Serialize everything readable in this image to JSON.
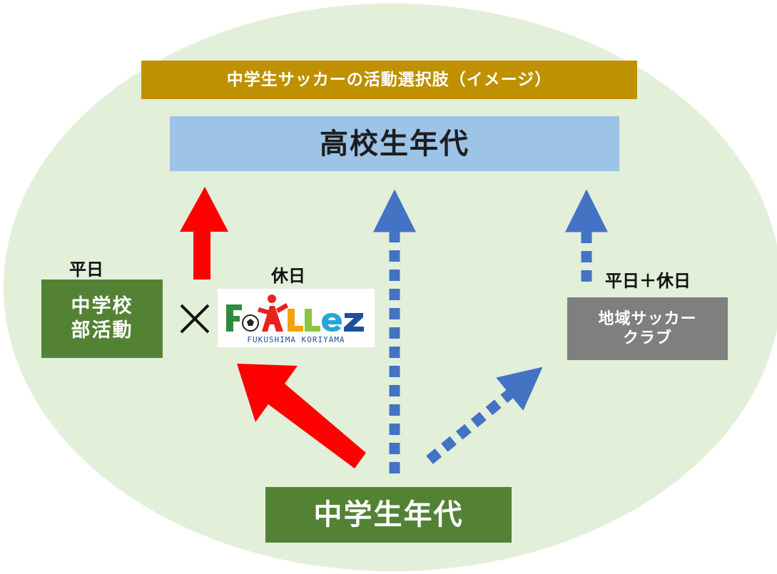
{
  "title": "中学生サッカーの活動選択肢（イメージ）",
  "high_school": "高校生年代",
  "junior_high": "中学生年代",
  "club_activity": {
    "line1": "中学校",
    "line2": "部活動",
    "time_label": "平日"
  },
  "fc_allez": {
    "logo_text": "FC ALLEZ",
    "logo_subtext": "FUKUSHIMA KORIYAMA",
    "time_label": "休日"
  },
  "local_club": {
    "line1": "地域サッカー",
    "line2": "クラブ",
    "time_label": "平日＋休日"
  },
  "colors": {
    "background_ellipse": "#e2efd9",
    "title_bar": "#bf9000",
    "high_school_box": "#9dc3e6",
    "green_box": "#548235",
    "gray_box": "#7f7f7f",
    "solid_arrow": "#ff0000",
    "dotted_arrow": "#4472c4"
  },
  "icons": {
    "times": "multiplication-sign-icon",
    "logo": "fc-allez-logo"
  }
}
